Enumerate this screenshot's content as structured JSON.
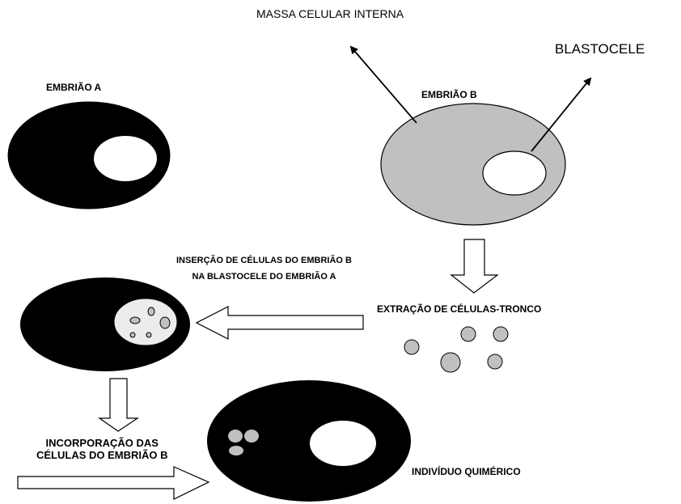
{
  "labels": {
    "massa_celular_interna": "MASSA CELULAR INTERNA",
    "blastocele": "BLASTOCELE",
    "embriao_a": "EMBRIÃO A",
    "embriao_b": "EMBRIÃO B",
    "insercao_line1": "INSERÇÃO DE CÉLULAS DO EMBRIÃO B",
    "insercao_line2": "NA BLASTOCELE DO EMBRIÃO A",
    "extracao": "EXTRAÇÃO DE CÉLULAS-TRONCO",
    "incorporacao_line1": "INCORPORAÇÃO DAS",
    "incorporacao_line2": "CÉLULAS DO EMBRIÃO B",
    "individuo": "INDIVÍDUO QUIMÉRICO"
  },
  "colors": {
    "embryo_a_fill": "#000000",
    "embryo_b_fill": "#c0c0c0",
    "cavity_fill": "#ffffff",
    "inserted_cavity_fill": "#ececec",
    "stem_cell_fill": "#c0c0c0",
    "arrow_fill": "#ffffff",
    "stroke": "#000000"
  }
}
